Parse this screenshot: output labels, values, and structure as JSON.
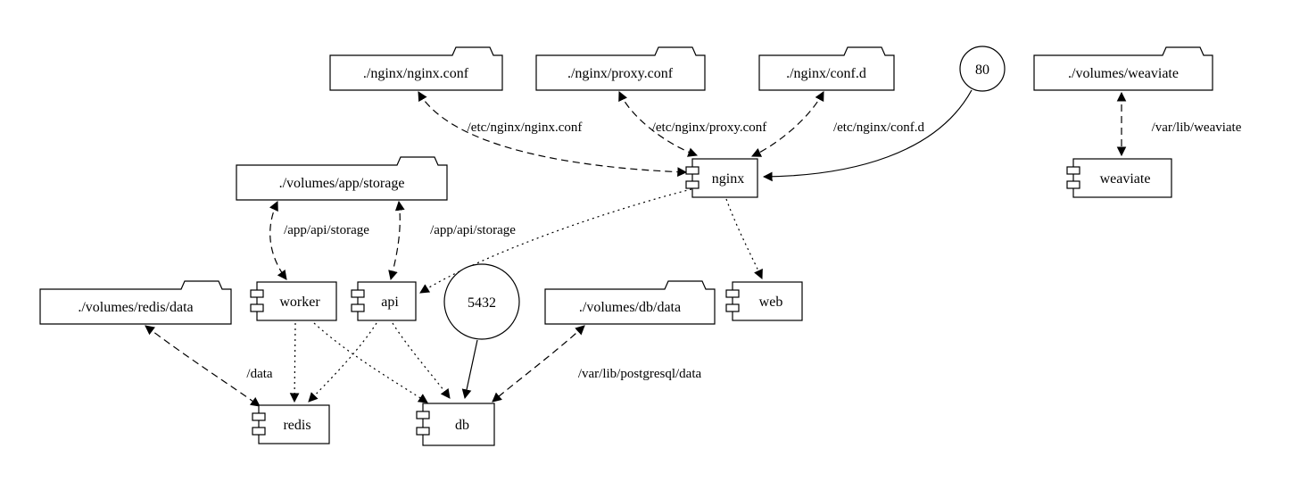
{
  "diagram": {
    "nodes": {
      "folder_nginx_conf": "./nginx/nginx.conf",
      "folder_proxy_conf": "./nginx/proxy.conf",
      "folder_conf_d": "./nginx/conf.d",
      "port_80": "80",
      "folder_volumes_weaviate": "./volumes/weaviate",
      "folder_app_storage": "./volumes/app/storage",
      "service_nginx": "nginx",
      "service_weaviate": "weaviate",
      "folder_redis_data": "./volumes/redis/data",
      "service_worker": "worker",
      "service_api": "api",
      "port_5432": "5432",
      "folder_db_data": "./volumes/db/data",
      "service_web": "web",
      "service_redis": "redis",
      "service_db": "db"
    },
    "edge_labels": {
      "nginx_conf_mount": "/etc/nginx/nginx.conf",
      "proxy_conf_mount": "/etc/nginx/proxy.conf",
      "conf_d_mount": "/etc/nginx/conf.d",
      "weaviate_mount": "/var/lib/weaviate",
      "worker_storage_mount": "/app/api/storage",
      "api_storage_mount": "/app/api/storage",
      "redis_data_mount": "/data",
      "db_data_mount": "/var/lib/postgresql/data"
    }
  }
}
